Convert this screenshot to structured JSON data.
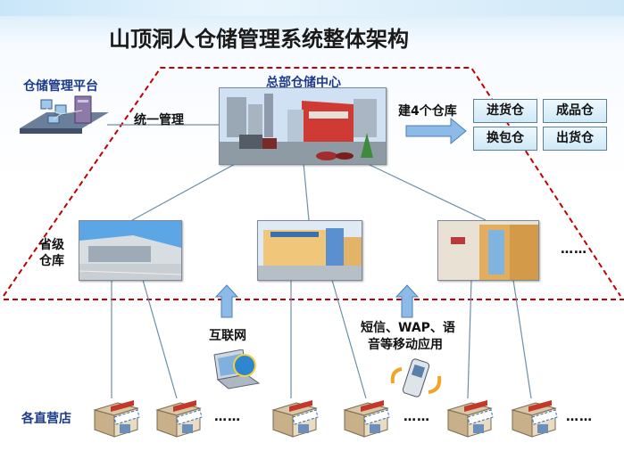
{
  "title": "山顶洞人仓储管理系统整体架构",
  "platform_label": "仓储管理平台",
  "hq_label": "总部仓储中心",
  "unified_label": "统一管理",
  "build_label": "建4个仓库",
  "warehouses": [
    "进货仓",
    "成品仓",
    "换包仓",
    "出货仓"
  ],
  "province_label": [
    "省级",
    "仓库"
  ],
  "ellipsis": "……",
  "internet_label": "互联网",
  "mobile_label": [
    "短信、WAP、语",
    "音等移动应用"
  ],
  "stores_label": "各直营店",
  "colors": {
    "dashed_border": "#c00000",
    "arrow": "#7fb2e3",
    "connector": "#6c8fa8",
    "title": "#1a1a1a"
  }
}
